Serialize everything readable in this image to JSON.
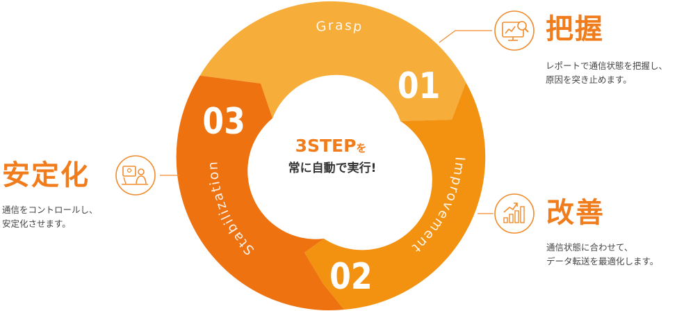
{
  "center": {
    "line1": "3STEP",
    "line1_suffix": "を",
    "line2": "常に自動で実行!"
  },
  "steps": [
    {
      "number": "01",
      "ring_label": "Grasp",
      "title": "把握",
      "desc_line1": "レポートで通信状態を把握し、",
      "desc_line2": "原因を突き止めます。",
      "icon": "monitor-chart-magnifier-icon"
    },
    {
      "number": "02",
      "ring_label": "Improvement",
      "title": "改善",
      "desc_line1": "通信状態に合わせて、",
      "desc_line2": "データ転送を最適化します。",
      "icon": "rising-bar-chart-icon"
    },
    {
      "number": "03",
      "ring_label": "Stabilization",
      "title": "安定化",
      "desc_line1": "通信をコントロールし、",
      "desc_line2": "安定化させます。",
      "icon": "person-at-monitor-icon"
    }
  ],
  "colors": {
    "step1": "#f6ad3a",
    "step1_badge": "#f5a534",
    "step2": "#f39210",
    "step2_badge": "#f3960f",
    "step3": "#ee720f",
    "step3_badge": "#f0821a",
    "accent_text": "#f07c1b",
    "body_text": "#444444",
    "connector": "#f08a2a"
  }
}
